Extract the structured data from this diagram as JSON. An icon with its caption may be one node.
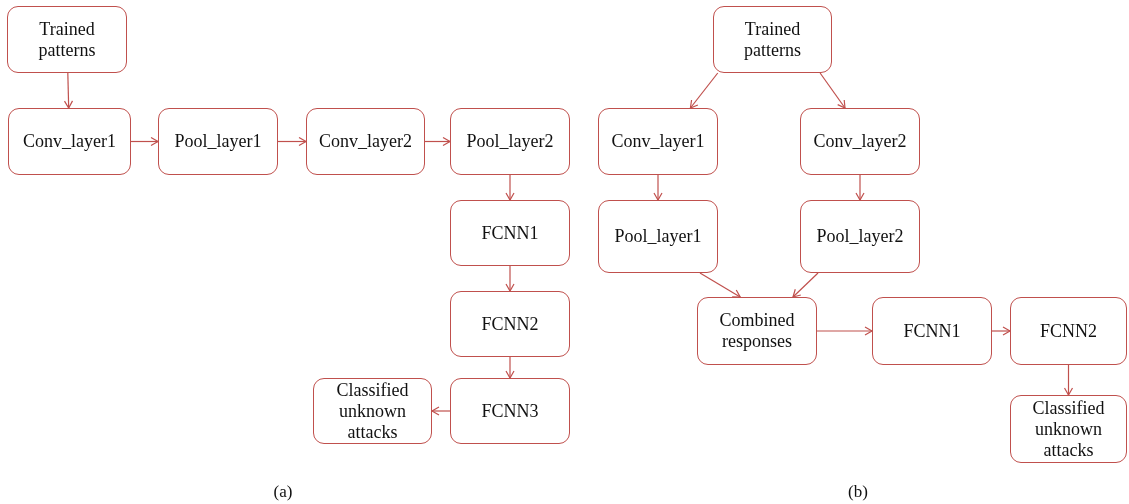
{
  "diagram": {
    "nodes": [
      {
        "text": [
          "Trained patterns"
        ]
      },
      {
        "text": [
          "Conv_layer1"
        ]
      },
      {
        "text": [
          "Pool_layer1"
        ]
      },
      {
        "text": [
          "Conv_layer2"
        ]
      },
      {
        "text": [
          "Pool_layer2"
        ]
      },
      {
        "text": [
          "FCNN1"
        ]
      },
      {
        "text": [
          "FCNN2"
        ]
      },
      {
        "text": [
          "FCNN3"
        ]
      },
      {
        "text": [
          "Classified unknown attacks"
        ]
      },
      {
        "text": [
          "Trained patterns"
        ]
      },
      {
        "text": [
          "Conv_layer1"
        ]
      },
      {
        "text": [
          "Conv_layer2"
        ]
      },
      {
        "text": [
          "Pool_layer1"
        ]
      },
      {
        "text": [
          "Pool_layer2"
        ]
      },
      {
        "text": [
          "Combined responses"
        ]
      },
      {
        "text": [
          "FCNN1"
        ]
      },
      {
        "text": [
          "FCNN2"
        ]
      },
      {
        "text": [
          "Classified unknown attacks"
        ]
      }
    ],
    "edges": [
      {
        "from": 0,
        "to": 1,
        "arrow": "to"
      },
      {
        "from": 1,
        "to": 2,
        "arrow": "to"
      },
      {
        "from": 2,
        "to": 3,
        "arrow": "to"
      },
      {
        "from": 3,
        "to": 4,
        "arrow": "to"
      },
      {
        "from": 4,
        "to": 5,
        "arrow": "to"
      },
      {
        "from": 5,
        "to": 6,
        "arrow": "to"
      },
      {
        "from": 6,
        "to": 7,
        "arrow": "to"
      },
      {
        "from": 7,
        "to": 8,
        "arrow": "to"
      },
      {
        "from": 9,
        "to": 10,
        "arrow": "to"
      },
      {
        "from": 9,
        "to": 11,
        "arrow": "to"
      },
      {
        "from": 10,
        "to": 12,
        "arrow": "to"
      },
      {
        "from": 11,
        "to": 13,
        "arrow": "to"
      },
      {
        "from": 12,
        "to": 14,
        "arrow": "to"
      },
      {
        "from": 13,
        "to": 14,
        "arrow": "to"
      },
      {
        "from": 14,
        "to": 15,
        "arrow": "to"
      },
      {
        "from": 15,
        "to": 16,
        "arrow": "to"
      },
      {
        "from": 16,
        "to": 17,
        "arrow": "to"
      }
    ],
    "labels": [
      "(a)",
      "(b)"
    ]
  }
}
